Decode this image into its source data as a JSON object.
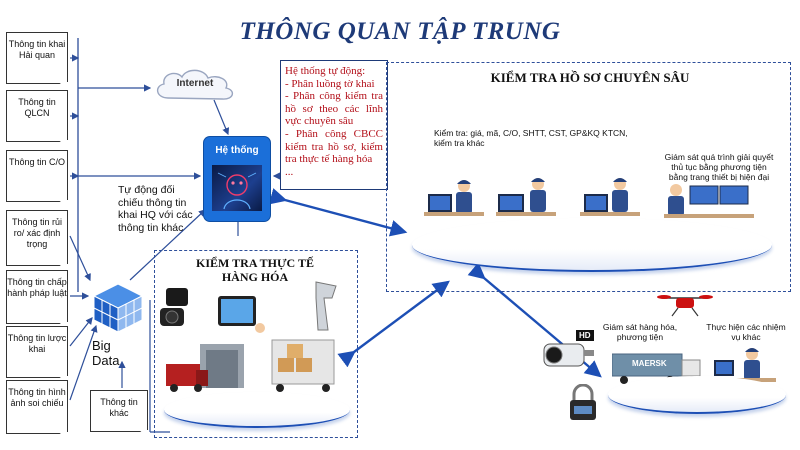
{
  "title": "THÔNG QUAN TẬP TRUNG",
  "inputs": [
    "Thông tin khai Hải quan",
    "Thông tin QLCN",
    "Thông tin C/O",
    "Thông tin rủi ro/ xác định trọng",
    "Thông tin chấp hành pháp luật",
    "Thông tin lược khai",
    "Thông tin hình ảnh soi chiếu"
  ],
  "internet": "Internet",
  "system": {
    "label": "Hệ thống"
  },
  "auto_box": {
    "lines": [
      "Hệ thống tự động:",
      "- Phân luồng tờ khai",
      "- Phân công kiểm tra hồ sơ theo các lĩnh vực chuyên sâu",
      "- Phân công CBCC kiểm tra hồ sơ, kiểm tra thực tế hàng hóa",
      "..."
    ]
  },
  "auto_compare": "Tự động đối chiếu thông tin khai HQ với các thông tin khác",
  "big_data": "Big Data",
  "other_info": "Thông tin khác",
  "hoso": {
    "title": "KIỂM TRA HỒ SƠ CHUYÊN SÂU",
    "check": "Kiểm tra: giá, mã, C/O, SHTT, CST, GP&KQ KTCN, kiểm tra khác",
    "monitor": "Giám sát quá trình giải quyết thủ tục bằng phương tiện bằng trang thiết bị hiện đại"
  },
  "thucte": {
    "title": "KIỂM TRA THỰC TẾ HÀNG HÓA"
  },
  "goods": {
    "monitor": "Giám sát hàng hóa, phương tiện",
    "tasks": "Thực hiện các nhiệm vụ khác"
  },
  "hd_badge": "HD",
  "container_text": "MAERSK",
  "colors": {
    "title": "#1e3a78",
    "accent_blue": "#1d4fb5",
    "red_text": "#b3101a"
  }
}
